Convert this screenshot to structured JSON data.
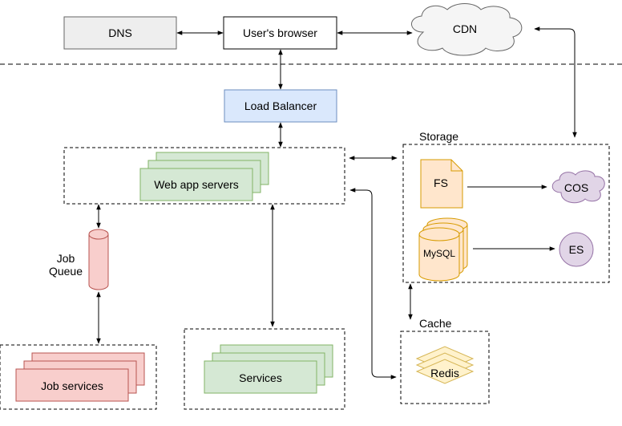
{
  "nodes": {
    "dns": "DNS",
    "browser": "User's browser",
    "cdn": "CDN",
    "load_balancer": "Load Balancer",
    "web_app_servers": "Web app servers",
    "job_queue_line1": "Job",
    "job_queue_line2": "Queue",
    "job_services": "Job services",
    "services": "Services",
    "fs": "FS",
    "mysql": "MySQL",
    "cos": "COS",
    "es": "ES",
    "redis": "Redis"
  },
  "groups": {
    "storage": "Storage",
    "cache": "Cache"
  },
  "colors": {
    "gray_fill": "#eeeeee",
    "blue_fill": "#dae8fc",
    "blue_stroke": "#6c8ebf",
    "green_fill": "#d5e8d4",
    "green_stroke": "#82b366",
    "red_fill": "#f8cecc",
    "red_stroke": "#b85450",
    "orange_fill": "#ffe6cc",
    "orange_stroke": "#d79b00",
    "yellow_fill": "#fff2cc",
    "yellow_stroke": "#d6b656",
    "purple_fill": "#e1d5e7",
    "purple_stroke": "#9673a6"
  }
}
